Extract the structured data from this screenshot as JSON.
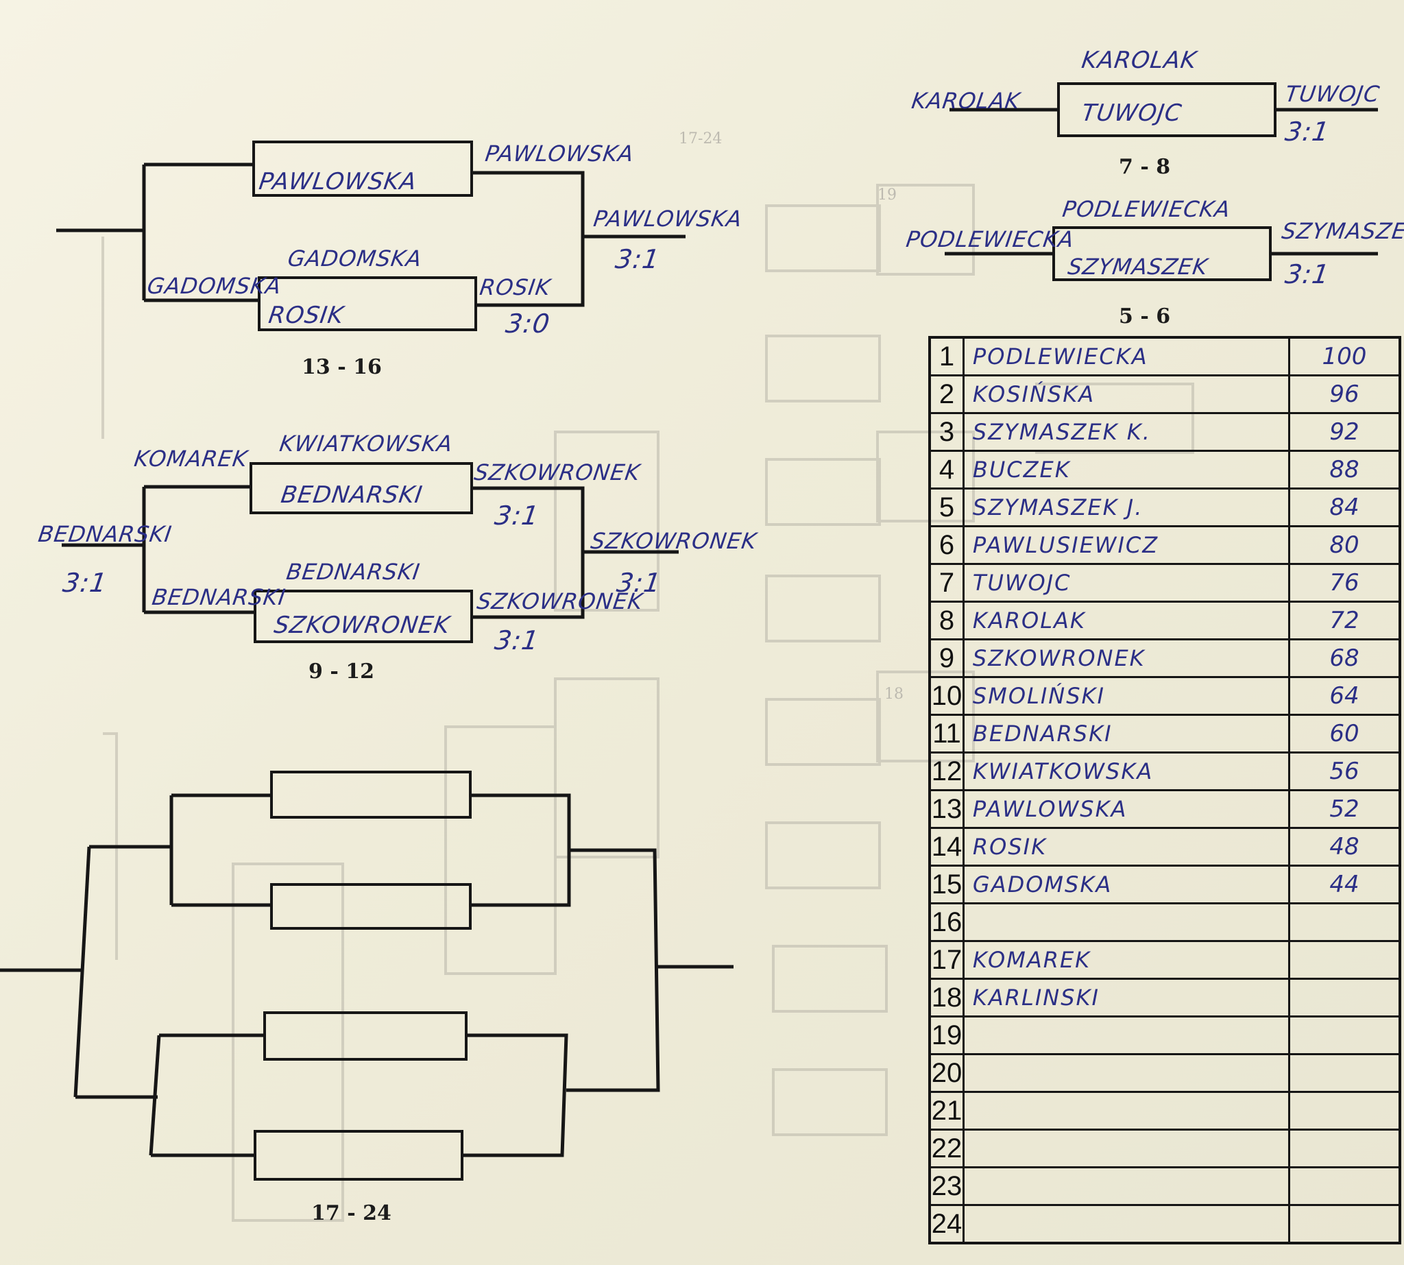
{
  "match_7_8": {
    "top_label": "KAROLAK",
    "left_label": "KAROLAK",
    "box_name": "TUWOJC",
    "winner": "TUWOJC",
    "score": "3:1",
    "caption": "7 - 8"
  },
  "match_5_6": {
    "top_label": "PODLEWIECKA",
    "left_label": "PODLEWIECKA",
    "box_name": "SZYMASZEK",
    "winner": "SZYMASZEK",
    "score": "3:1",
    "caption": "5 - 6"
  },
  "bracket_13_16": {
    "top_box": "PAWLOWSKA",
    "top_winner": "PAWLOWSKA",
    "bottom_top_label": "GADOMSKA",
    "bottom_left_label": "GADOMSKA",
    "bottom_box": "ROSIK",
    "bottom_winner": "ROSIK",
    "bottom_score": "3:0",
    "final_winner": "PAWLOWSKA",
    "final_score": "3:1",
    "caption": "13 - 16"
  },
  "bracket_9_12": {
    "top_top_label": "KWIATKOWSKA",
    "top_left_label": "KOMAREK",
    "top_box": "BEDNARSKI",
    "top_winner": "SZKOWRONEK",
    "top_score": "3:1",
    "bottom_top_label": "BEDNARSKI",
    "bottom_left_label": "BEDNARSKI",
    "bottom_box": "SZKOWRONEK",
    "bottom_winner": "SZKOWRONEK",
    "bottom_score": "3:1",
    "final_winner": "SZKOWRONEK",
    "final_score": "3:1",
    "left_name": "BEDNARSKI",
    "left_score": "3:1",
    "caption": "9 - 12"
  },
  "bracket_17_24": {
    "caption": "17 - 24"
  },
  "ranking": [
    {
      "place": "1",
      "name": "PODLEWIECKA",
      "points": "100"
    },
    {
      "place": "2",
      "name": "KOSIŃSKA",
      "points": "96"
    },
    {
      "place": "3",
      "name": "SZYMASZEK K.",
      "points": "92"
    },
    {
      "place": "4",
      "name": "BUCZEK",
      "points": "88"
    },
    {
      "place": "5",
      "name": "SZYMASZEK J.",
      "points": "84"
    },
    {
      "place": "6",
      "name": "PAWLUSIEWICZ",
      "points": "80"
    },
    {
      "place": "7",
      "name": "TUWOJC",
      "points": "76"
    },
    {
      "place": "8",
      "name": "KAROLAK",
      "points": "72"
    },
    {
      "place": "9",
      "name": "SZKOWRONEK",
      "points": "68"
    },
    {
      "place": "10",
      "name": "SMOLIŃSKI",
      "points": "64"
    },
    {
      "place": "11",
      "name": "BEDNARSKI",
      "points": "60"
    },
    {
      "place": "12",
      "name": "KWIATKOWSKA",
      "points": "56"
    },
    {
      "place": "13",
      "name": "PAWLOWSKA",
      "points": "52"
    },
    {
      "place": "14",
      "name": "ROSIK",
      "points": "48"
    },
    {
      "place": "15",
      "name": "GADOMSKA",
      "points": "44"
    },
    {
      "place": "16",
      "name": "",
      "points": ""
    },
    {
      "place": "17",
      "name": "KOMAREK",
      "points": ""
    },
    {
      "place": "18",
      "name": "KARLINSKI",
      "points": ""
    },
    {
      "place": "19",
      "name": "",
      "points": ""
    },
    {
      "place": "20",
      "name": "",
      "points": ""
    },
    {
      "place": "21",
      "name": "",
      "points": ""
    },
    {
      "place": "22",
      "name": "",
      "points": ""
    },
    {
      "place": "23",
      "name": "",
      "points": ""
    },
    {
      "place": "24",
      "name": "",
      "points": ""
    }
  ],
  "colors": {
    "ink": "#2b2f86",
    "print": "#161616",
    "paper": "#f3f0df"
  }
}
